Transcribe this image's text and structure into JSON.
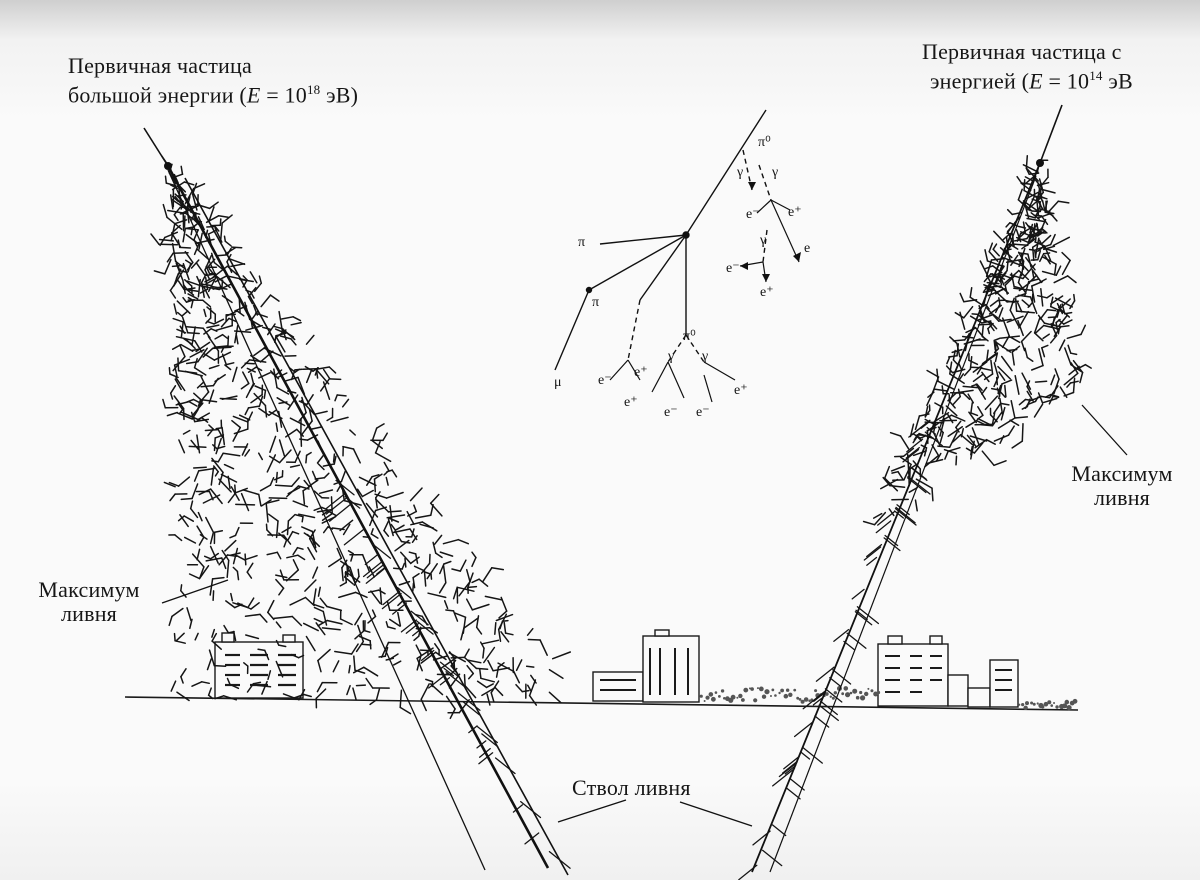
{
  "labels": {
    "left_primary_line1": "Первичная частица",
    "left_primary_line2": "большой энергии (",
    "left_primary_E": "E",
    "left_primary_eq": " = 10",
    "left_primary_exp": "18",
    "left_primary_unit": " эВ)",
    "right_primary_line1": "Первичная частица с",
    "right_primary_line2": "энергией (",
    "right_primary_E": "E",
    "right_primary_eq": " = 10",
    "right_primary_exp": "14",
    "right_primary_unit": " эВ",
    "left_max_line1": "Максимум",
    "left_max_line2": "ливня",
    "right_max_line1": "Максимум",
    "right_max_line2": "ливня",
    "trunk": "Ствол ливня"
  },
  "inset": {
    "pi0_top": "π⁰",
    "gamma_a": "γ",
    "gamma_b": "γ",
    "pi_left": "π",
    "pi_lower": "π",
    "mu": "μ",
    "pi0_mid": "π⁰",
    "gamma_c": "γ",
    "gamma_d": "γ",
    "e_minus_a": "e⁻",
    "e_plus_a": "e⁺",
    "gamma_e": "γ",
    "e_a": "e",
    "e_minus_b": "e⁻",
    "e_plus_b": "e⁺",
    "e_minus_c": "e⁻",
    "e_plus_c": "e⁺",
    "e_plus_d": "e⁺",
    "e_plus_e": "e⁺",
    "e_minus_d": "e⁻",
    "e_minus_e": "e⁻"
  }
}
